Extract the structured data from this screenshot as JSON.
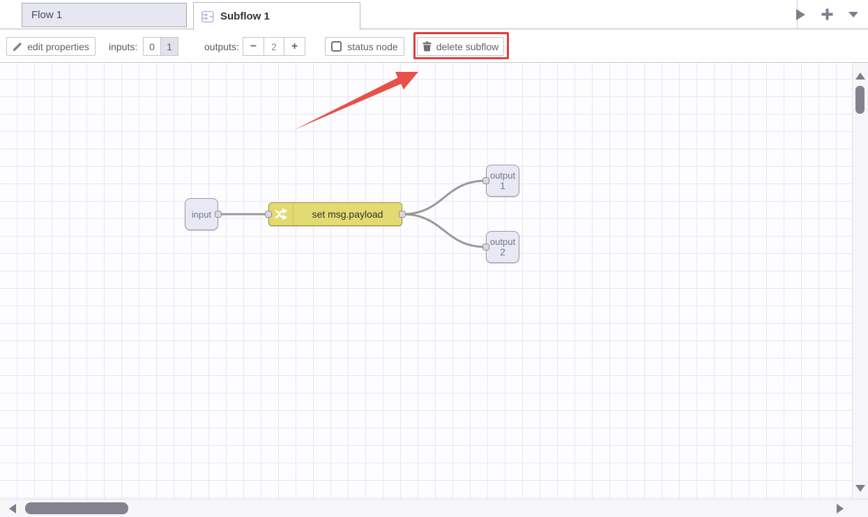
{
  "header": {
    "tabs": [
      {
        "label": "Flow 1",
        "active": false
      },
      {
        "label": "Subflow 1",
        "active": true,
        "icon": "subflow-icon"
      }
    ],
    "controls": {
      "scroll_right": "play-right-icon",
      "add_flow": "plus-icon",
      "flow_list": "chevron-down-icon"
    }
  },
  "toolbar": {
    "edit_properties": "edit properties",
    "inputs_label": "inputs:",
    "inputs_options": [
      "0",
      "1"
    ],
    "inputs_selected": "1",
    "outputs_label": "outputs:",
    "outputs_decrease": "−",
    "outputs_value": "2",
    "outputs_increase": "+",
    "status_node": "status node",
    "status_node_checked": false,
    "delete_subflow": "delete subflow"
  },
  "canvas": {
    "nodes": [
      {
        "type": "subflow-input",
        "label": "input"
      },
      {
        "type": "change",
        "label": "set msg.payload"
      },
      {
        "type": "subflow-output",
        "label": "output",
        "number": "1"
      },
      {
        "type": "subflow-output",
        "label": "output",
        "number": "2"
      }
    ],
    "wires": [
      {
        "from": "input",
        "to": "set msg.payload"
      },
      {
        "from": "set msg.payload",
        "to": "output 1"
      },
      {
        "from": "set msg.payload",
        "to": "output 2"
      }
    ]
  },
  "annotation": {
    "highlight_target": "delete subflow",
    "elements": [
      "red-box",
      "red-arrow"
    ]
  },
  "colors": {
    "change_node": "#e3da71",
    "port_node": "#e9e9f5",
    "wire": "#999999",
    "annotation_red": "#e23c3c",
    "grid_line": "#e6e6f2"
  }
}
